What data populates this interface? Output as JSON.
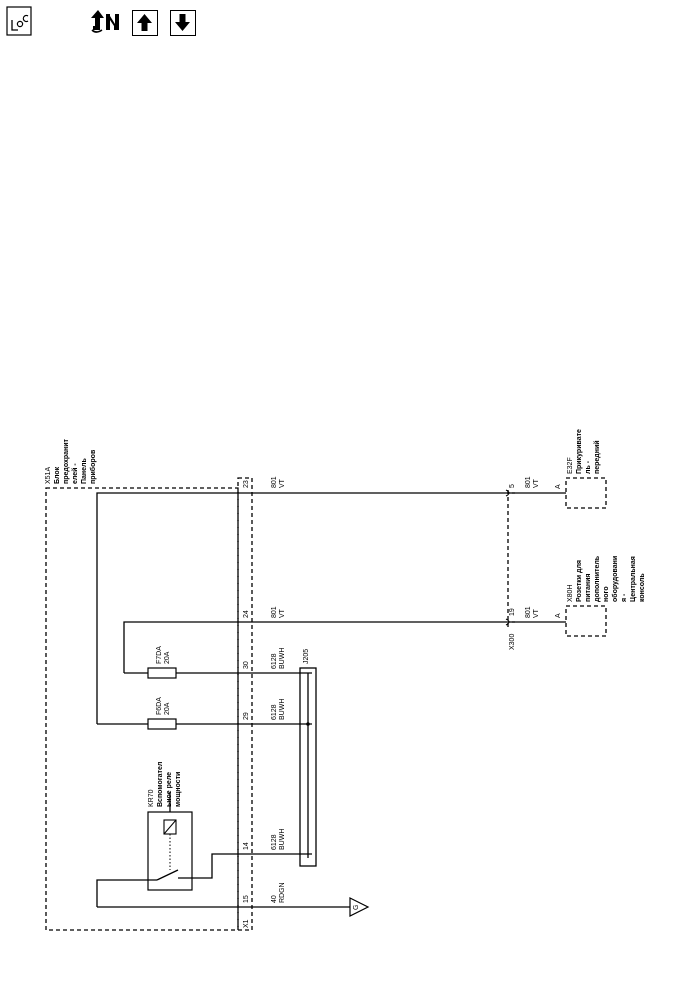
{
  "toolbar": {
    "loc_icon": "loc-icon",
    "nav_icon": "navigation-tree-icon",
    "up_icon": "arrow-up-icon",
    "down_icon": "arrow-down-icon"
  },
  "components": {
    "x51a": {
      "id": "X51A",
      "desc": [
        "Блок",
        "предохранит",
        "елей -",
        "Панель",
        "приборов"
      ]
    },
    "e32f": {
      "id": "E32F",
      "desc": [
        "Прикуривате",
        "ль -",
        "передний"
      ]
    },
    "x80h": {
      "id": "X80H",
      "desc": [
        "Розетки для",
        "питания",
        "дополнитель",
        "ного",
        "оборудовани",
        "я -",
        "Центральная",
        "консоль"
      ]
    },
    "kr70": {
      "id": "KR70",
      "desc": [
        "Вспомогател",
        "ьное реле",
        "мощности"
      ]
    },
    "x300": "X300",
    "j205": "J205",
    "x1": "X1",
    "ground": "G"
  },
  "fuses": {
    "f7da": {
      "id": "F7DA",
      "rating": "20A"
    },
    "f6da": {
      "id": "F6DA",
      "rating": "20A"
    }
  },
  "pins": {
    "p23": "23",
    "p24": "24",
    "p30": "30",
    "p29": "29",
    "p14": "14",
    "p15": "15",
    "p5": "5",
    "p19": "19",
    "pA1": "A",
    "pA2": "A"
  },
  "wires": {
    "w1": {
      "circuit": "801",
      "color": "VT"
    },
    "w2": {
      "circuit": "801",
      "color": "VT"
    },
    "w3": {
      "circuit": "6128",
      "color": "BUWH"
    },
    "w4": {
      "circuit": "6128",
      "color": "BUWH"
    },
    "w5": {
      "circuit": "6128",
      "color": "BUWH"
    },
    "w6": {
      "circuit": "40",
      "color": "RDGN"
    },
    "w7": {
      "circuit": "801",
      "color": "VT"
    },
    "w8": {
      "circuit": "801",
      "color": "VT"
    }
  }
}
